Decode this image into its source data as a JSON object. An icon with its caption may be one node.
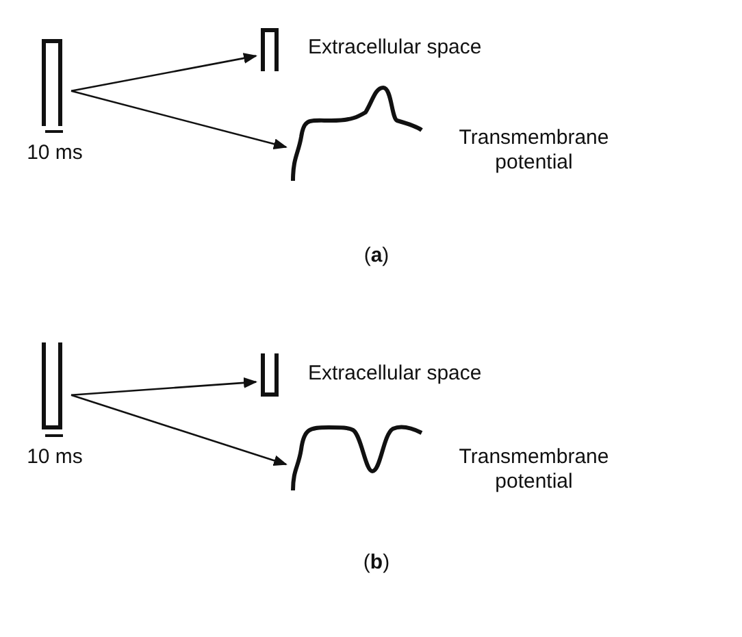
{
  "diagram": {
    "nodes": [
      {
        "text": [],
        "shape": "picture",
        "beside": [
          "10 ms"
        ]
      },
      {
        "text": [],
        "shape": "picture",
        "beside": [
          "Extracellular space"
        ]
      },
      {
        "text": [],
        "shape": "picture",
        "beside": [
          "Transmembrane potential"
        ]
      },
      {
        "text": [],
        "shape": "picture",
        "beside": [
          "10 ms"
        ]
      },
      {
        "text": [],
        "shape": "picture",
        "beside": [
          "Extracellular space"
        ]
      },
      {
        "text": [],
        "shape": "picture",
        "beside": [
          "Transmembrane potential"
        ]
      }
    ],
    "edges": [
      {
        "from": 0,
        "to": 1,
        "arrow": "to"
      },
      {
        "from": 0,
        "to": 2,
        "arrow": "to"
      },
      {
        "from": 3,
        "to": 4,
        "arrow": "to"
      },
      {
        "from": 3,
        "to": 5,
        "arrow": "to"
      }
    ],
    "labels": [
      "(**a**)",
      "(**b**)"
    ]
  }
}
